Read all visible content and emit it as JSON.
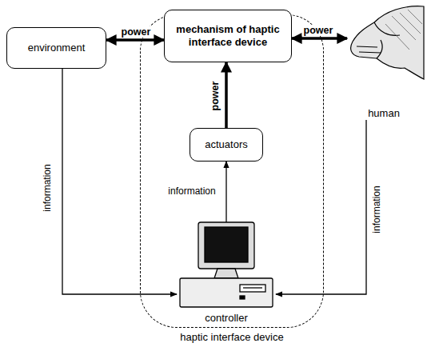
{
  "diagram": {
    "nodes": [
      {
        "text": [
          "haptic interface device"
        ]
      },
      {
        "text": [
          "environment"
        ]
      },
      {
        "text": [
          "mechanism of haptic interface device"
        ],
        "in": 0
      },
      {
        "text": [
          "human"
        ]
      },
      {
        "text": [
          "actuators"
        ],
        "in": 0
      },
      {
        "text": [
          "controller"
        ],
        "in": 0
      }
    ],
    "edges": [
      {
        "from": 1,
        "to": 2,
        "label": "power",
        "arrow": "both"
      },
      {
        "from": 2,
        "to": 3,
        "label": "power",
        "arrow": "both"
      },
      {
        "from": 4,
        "to": 2,
        "label": "power",
        "arrow": "to"
      },
      {
        "from": 5,
        "to": 4,
        "label": "information",
        "arrow": "to"
      },
      {
        "from": 3,
        "to": 5,
        "label": "information",
        "arrow": "to"
      },
      {
        "from": 1,
        "to": 5,
        "label": "information",
        "arrow": "to"
      }
    ]
  }
}
